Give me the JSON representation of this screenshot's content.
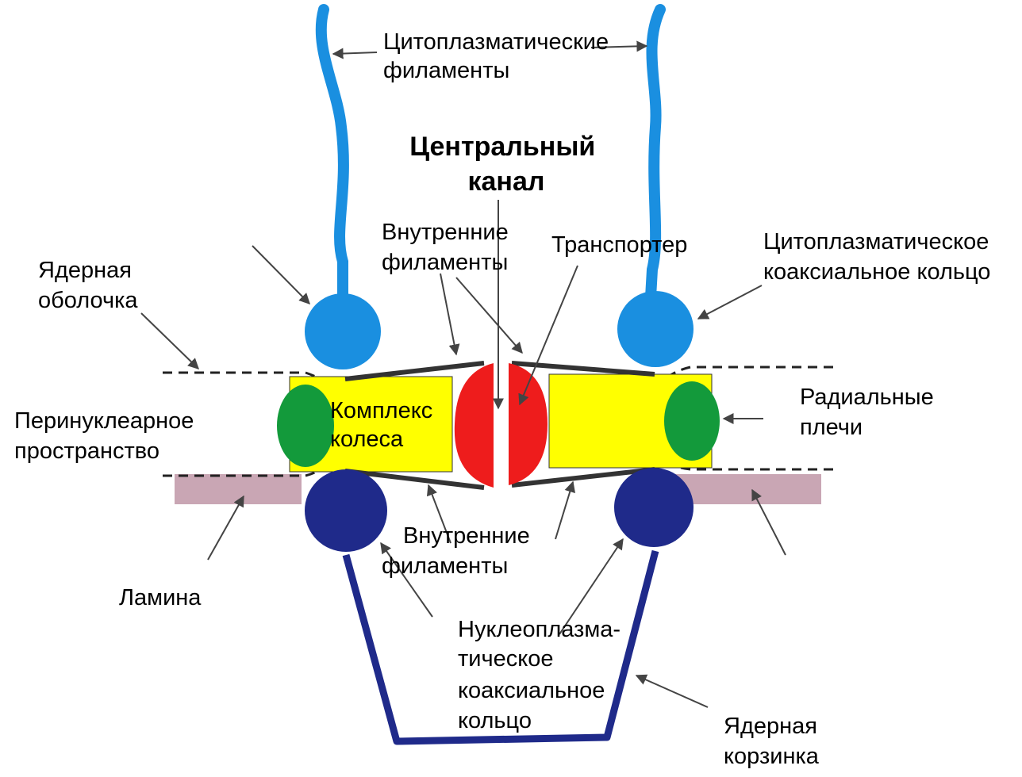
{
  "colors": {
    "cytoplasmic_blue": "#1a8fe0",
    "nuclear_navy": "#1f2a8a",
    "wheel_yellow": "#ffff00",
    "radial_green": "#139a3b",
    "transporter_red": "#ee1c1c",
    "lamina_pink": "#c9a6b4"
  },
  "icons": [
    "arrow-icon"
  ],
  "labels": {
    "cytoplasmic_filaments": [
      "Цитоплазматические",
      "филаменты"
    ],
    "central_channel": [
      "Центральный",
      "канал"
    ],
    "inner_filaments_top": [
      "Внутренние",
      "филаменты"
    ],
    "transporter": "Транспортер",
    "cytoplasmic_ring": [
      "Цитоплазматическое",
      "коаксиальное кольцо"
    ],
    "nuclear_envelope": [
      "Ядерная",
      "оболочка"
    ],
    "wheel_complex": [
      "Комплекс",
      "колеса"
    ],
    "perinuclear_space": [
      "Перинуклеарное",
      "пространство"
    ],
    "radial_arms": [
      "Радиальные",
      "плечи"
    ],
    "inner_filaments_bottom": [
      "Внутренние",
      "филаменты"
    ],
    "lamina": "Ламина",
    "nucleoplasmic_ring": [
      "Нуклеоплазма-",
      "тическое",
      "коаксиальное",
      "кольцо"
    ],
    "nuclear_basket": [
      "Ядерная",
      "корзинка"
    ]
  }
}
